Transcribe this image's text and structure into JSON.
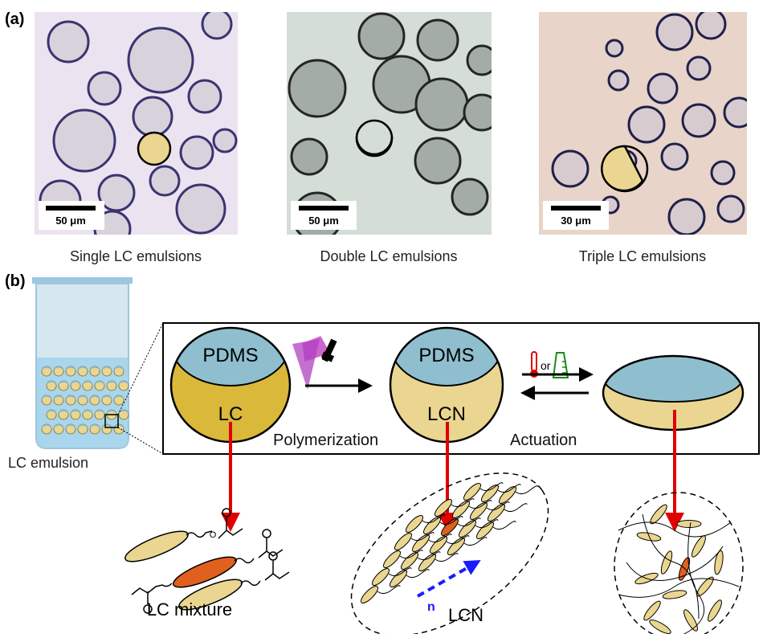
{
  "panel_a": {
    "label": "(a)",
    "images": [
      {
        "caption": "Single LC emulsions",
        "scale_bar": "50 μm"
      },
      {
        "caption": "Double LC emulsions",
        "scale_bar": "50 μm"
      },
      {
        "caption": "Triple LC emulsions",
        "scale_bar": "30 μm"
      }
    ]
  },
  "panel_b": {
    "label": "(b)",
    "vial_label": "LC emulsion",
    "droplet_lc": {
      "top": "PDMS",
      "bottom": "LC"
    },
    "droplet_lcn": {
      "top": "PDMS",
      "bottom": "LCN"
    },
    "step1": "Polymerization",
    "step2": "Actuation",
    "stimulus_or": "or",
    "bottom_labels": {
      "mixture": "LC mixture",
      "network": "LCN",
      "director": "n"
    },
    "molecule_o": "O"
  },
  "colors": {
    "pdms": "#8fbfcf",
    "lc": "#d9b83a",
    "lcn": "#ead690",
    "arrow_red": "#e00000",
    "director": "#1a1aff"
  }
}
